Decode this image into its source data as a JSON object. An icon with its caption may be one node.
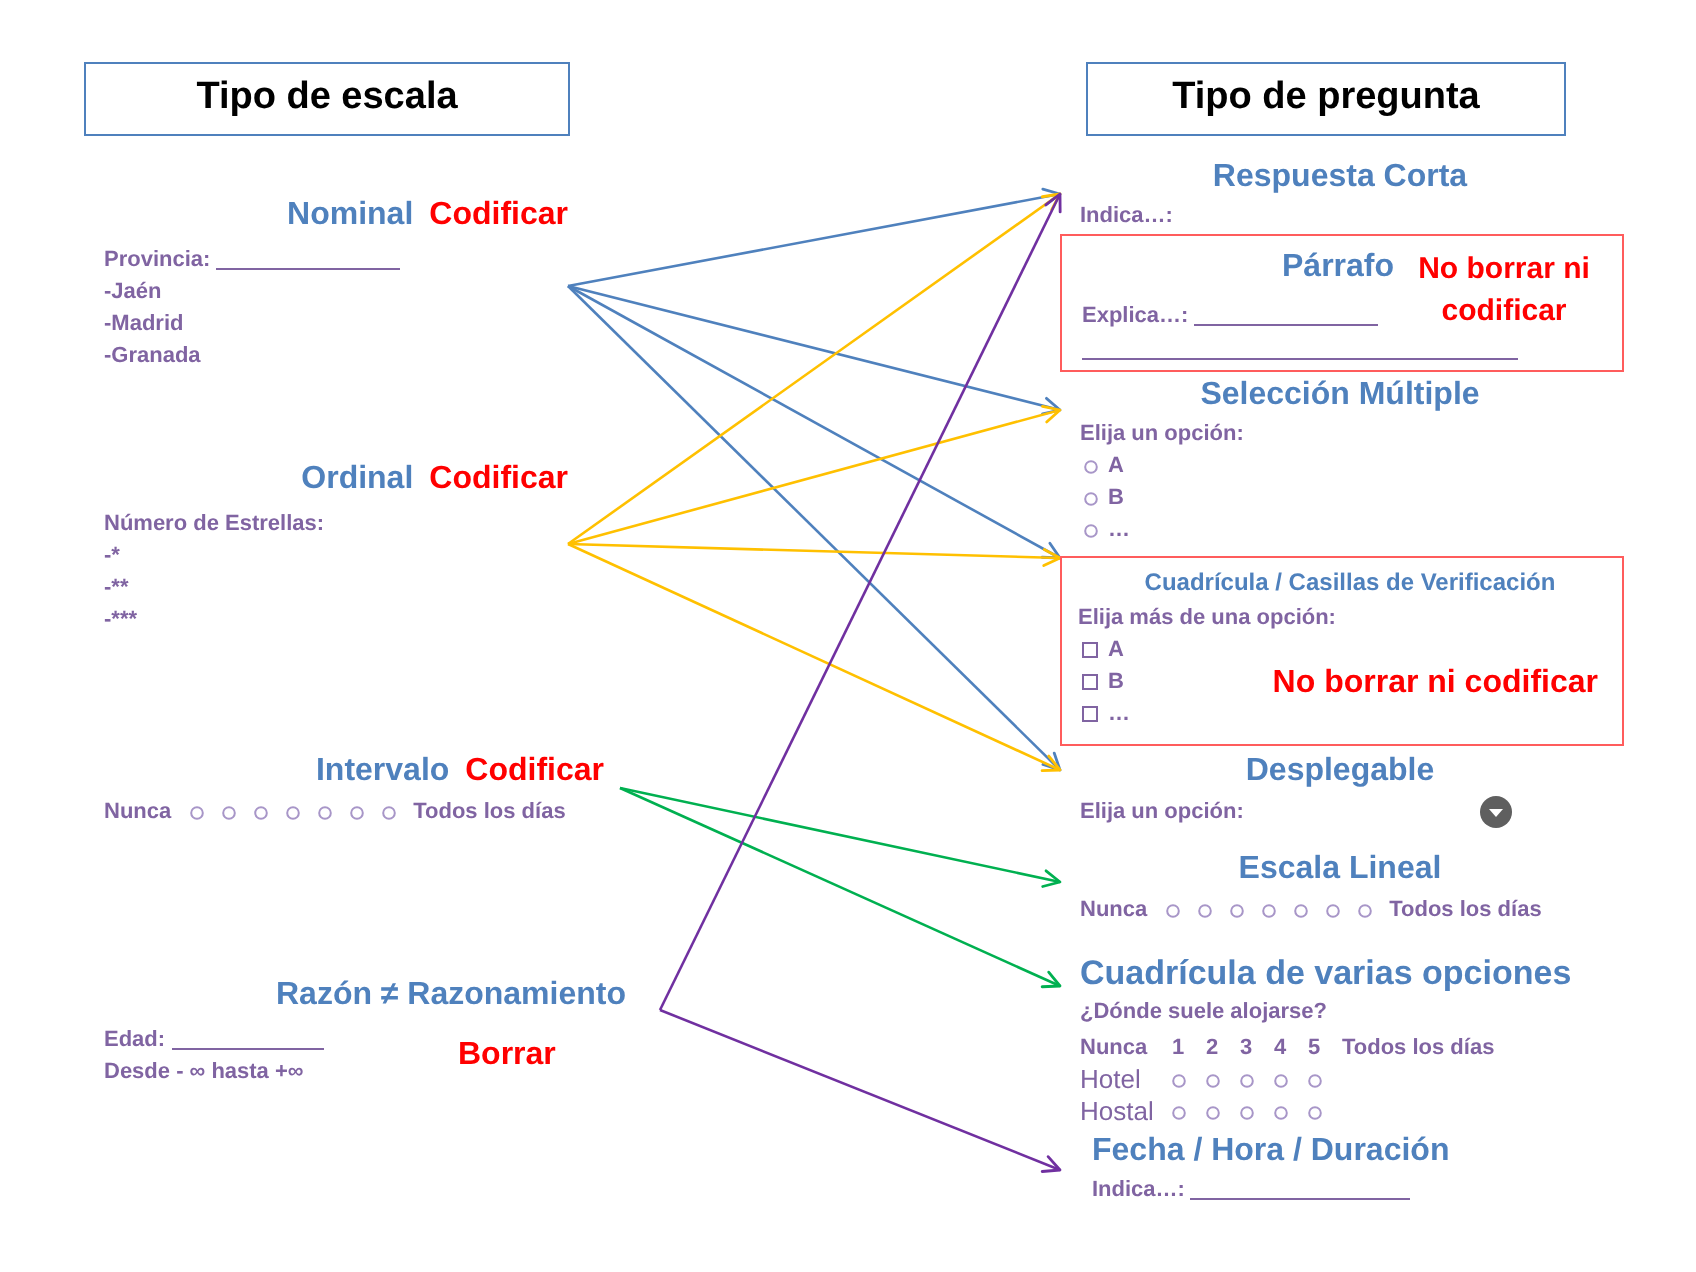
{
  "diagram": {
    "nodes": [
      {
        "text": [
          "Tipo de escala"
        ]
      },
      {
        "text": [
          "Tipo de pregunta"
        ]
      },
      {
        "text": [
          "Nominal",
          "Codificar",
          "Provincia:",
          "-Jaén",
          "-Madrid",
          "-Granada"
        ]
      },
      {
        "text": [
          "Ordinal",
          "Codificar",
          "Número de Estrellas:",
          "-*",
          "-**",
          "-***"
        ]
      },
      {
        "text": [
          "Intervalo",
          "Codificar",
          "Nunca",
          "Todos los días"
        ]
      },
      {
        "text": [
          "Razón ≠ Razonamiento",
          "Edad:",
          "Borrar",
          "Desde - ∞ hasta +∞"
        ]
      },
      {
        "text": [
          "Respuesta Corta",
          "Indica…:"
        ]
      },
      {
        "text": [
          "Párrafo",
          "Explica…:",
          "No borrar ni codificar"
        ]
      },
      {
        "text": [
          "Selección Múltiple",
          "Elija un opción:",
          "A",
          "B",
          "…"
        ]
      },
      {
        "text": [
          "Cuadrícula / Casillas de Verificación",
          "Elija más de una opción:",
          "A",
          "B",
          "…",
          "No borrar ni codificar"
        ]
      },
      {
        "text": [
          "Desplegable",
          "Elija un opción:"
        ]
      },
      {
        "text": [
          "Escala Lineal",
          "Nunca",
          "Todos los días"
        ]
      },
      {
        "text": [
          "Cuadrícula de varias opciones",
          "¿Dónde suele alojarse?",
          "Nunca",
          "1",
          "2",
          "3",
          "4",
          "5",
          "Todos los días",
          "Hotel",
          "Hostal"
        ]
      },
      {
        "text": [
          "Fecha / Hora / Duración",
          "Indica…:"
        ]
      }
    ],
    "edges": [
      {
        "from": 2,
        "to": 6,
        "arrow": "to",
        "color": "#4f81bd"
      },
      {
        "from": 2,
        "to": 8,
        "arrow": "to",
        "color": "#4f81bd"
      },
      {
        "from": 2,
        "to": 9,
        "arrow": "to",
        "color": "#4f81bd"
      },
      {
        "from": 2,
        "to": 10,
        "arrow": "to",
        "color": "#4f81bd"
      },
      {
        "from": 3,
        "to": 6,
        "arrow": "to",
        "color": "#ffc000"
      },
      {
        "from": 3,
        "to": 8,
        "arrow": "to",
        "color": "#ffc000"
      },
      {
        "from": 3,
        "to": 9,
        "arrow": "to",
        "color": "#ffc000"
      },
      {
        "from": 3,
        "to": 10,
        "arrow": "to",
        "color": "#ffc000"
      },
      {
        "from": 4,
        "to": 11,
        "arrow": "to",
        "color": "#00b050"
      },
      {
        "from": 4,
        "to": 12,
        "arrow": "to",
        "color": "#00b050"
      },
      {
        "from": 5,
        "to": 6,
        "arrow": "to",
        "color": "#7030a0"
      },
      {
        "from": 5,
        "to": 13,
        "arrow": "to",
        "color": "#7030a0"
      }
    ]
  }
}
